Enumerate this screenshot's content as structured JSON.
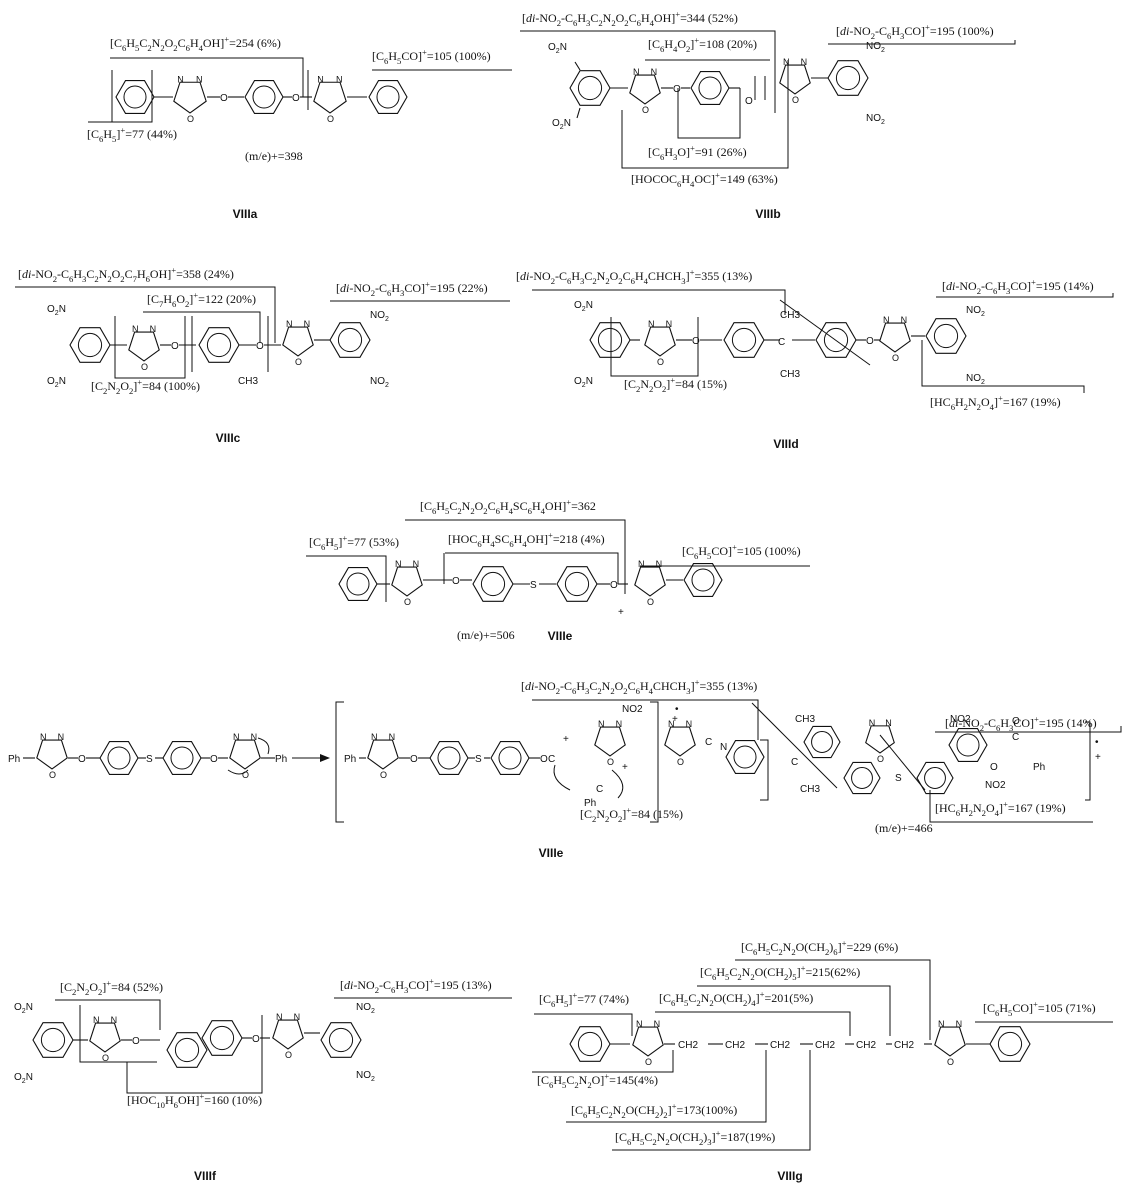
{
  "labels": {
    "a": "VIIIa",
    "b": "VIIIb",
    "c": "VIIIc",
    "d": "VIIId",
    "e": "VIIIe",
    "f": "VIIIf",
    "g": "VIIIg"
  },
  "viiia": {
    "f1": "[C6H5C2N2O2C6H4OH]+=254 (6%)",
    "f2": "[C6H5CO]+=105 (100%)",
    "f3": "[C6H5]+=77 (44%)",
    "mass": "(m/e)+=398"
  },
  "viiib": {
    "f1": "[di-NO2-C6H3C2N2O2C6H4OH]+=344 (52%)",
    "f2": "[C6H4O2]+=108 (20%)",
    "f3": "[di-NO2-C6H3CO]+=195 (100%)",
    "f4": "[C6H3O]+=91 (26%)",
    "f5": "[HOCOC6H4OC]+=149 (63%)"
  },
  "viiic": {
    "f1": "[di-NO2-C6H3C2N2O2C7H6OH]+=358 (24%)",
    "f2": "[C7H6O2]+=122 (20%)",
    "f3": "[di-NO2-C6H3CO]+=195 (22%)",
    "f4": "[C2N2O2]+=84 (100%)"
  },
  "viiid": {
    "f1": "[di-NO2-C6H3C2N2O2C6H4CHCH3]+=355 (13%)",
    "f2": "[di-NO2-C6H3CO]+=195 (14%)",
    "f3": "[C2N2O2]+=84 (15%)",
    "f4": "[HC6H2N2O4]+=167 (19%)"
  },
  "viiie": {
    "f1": "[C6H5C2N2O2C6H4SC6H4OH]+=362",
    "f2": "[C6H5]+=77 (53%)",
    "f3": "[HOC6H4SC6H4OH]+=218 (4%)",
    "f4": "[C6H5CO]+=105 (100%)",
    "mass": "(m/e)+=506"
  },
  "overlap": {
    "f1": "[di-NO2-C6H3C2N2O2C6H4CHCH3]+=355 (13%)",
    "f2": "[di-NO2-C6H3CO]+=195 (14%)",
    "f3": "[C2N2O2]+=84 (15%)",
    "f4": "[HC6H2N2O4]+=167 (19%)",
    "mass": "(m/e)+=466"
  },
  "viiif": {
    "f1": "[C2N2O2]+=84 (52%)",
    "f2": "[di-NO2-C6H3CO]+=195 (13%)",
    "f3": "[HOC10H6OH]+=160 (10%)"
  },
  "viiig": {
    "f1": "[C6H5C2N2O(CH2)6]+=229 (6%)",
    "f2": "[C6H5C2N2O(CH2)5]+=215(62%)",
    "f3": "[C6H5C2N2O(CH2)4]+=201(5%)",
    "f4": "[C6H5]+=77 (74%)",
    "f5": "[C6H5CO]+=105 (71%)",
    "f6": "[C6H5C2N2O]+=145(4%)",
    "f7": "[C6H5C2N2O(CH2)2]+=173(100%)",
    "f8": "[C6H5C2N2O(CH2)3]+=187(19%)"
  },
  "atoms": {
    "O": "O",
    "S": "S",
    "N": "N",
    "Ph": "Ph",
    "NO2": "NO2",
    "O2N": "O2N",
    "CH3": "CH3",
    "C": "C",
    "CH2": "CH2",
    "plus": "+",
    "dot": "•"
  }
}
